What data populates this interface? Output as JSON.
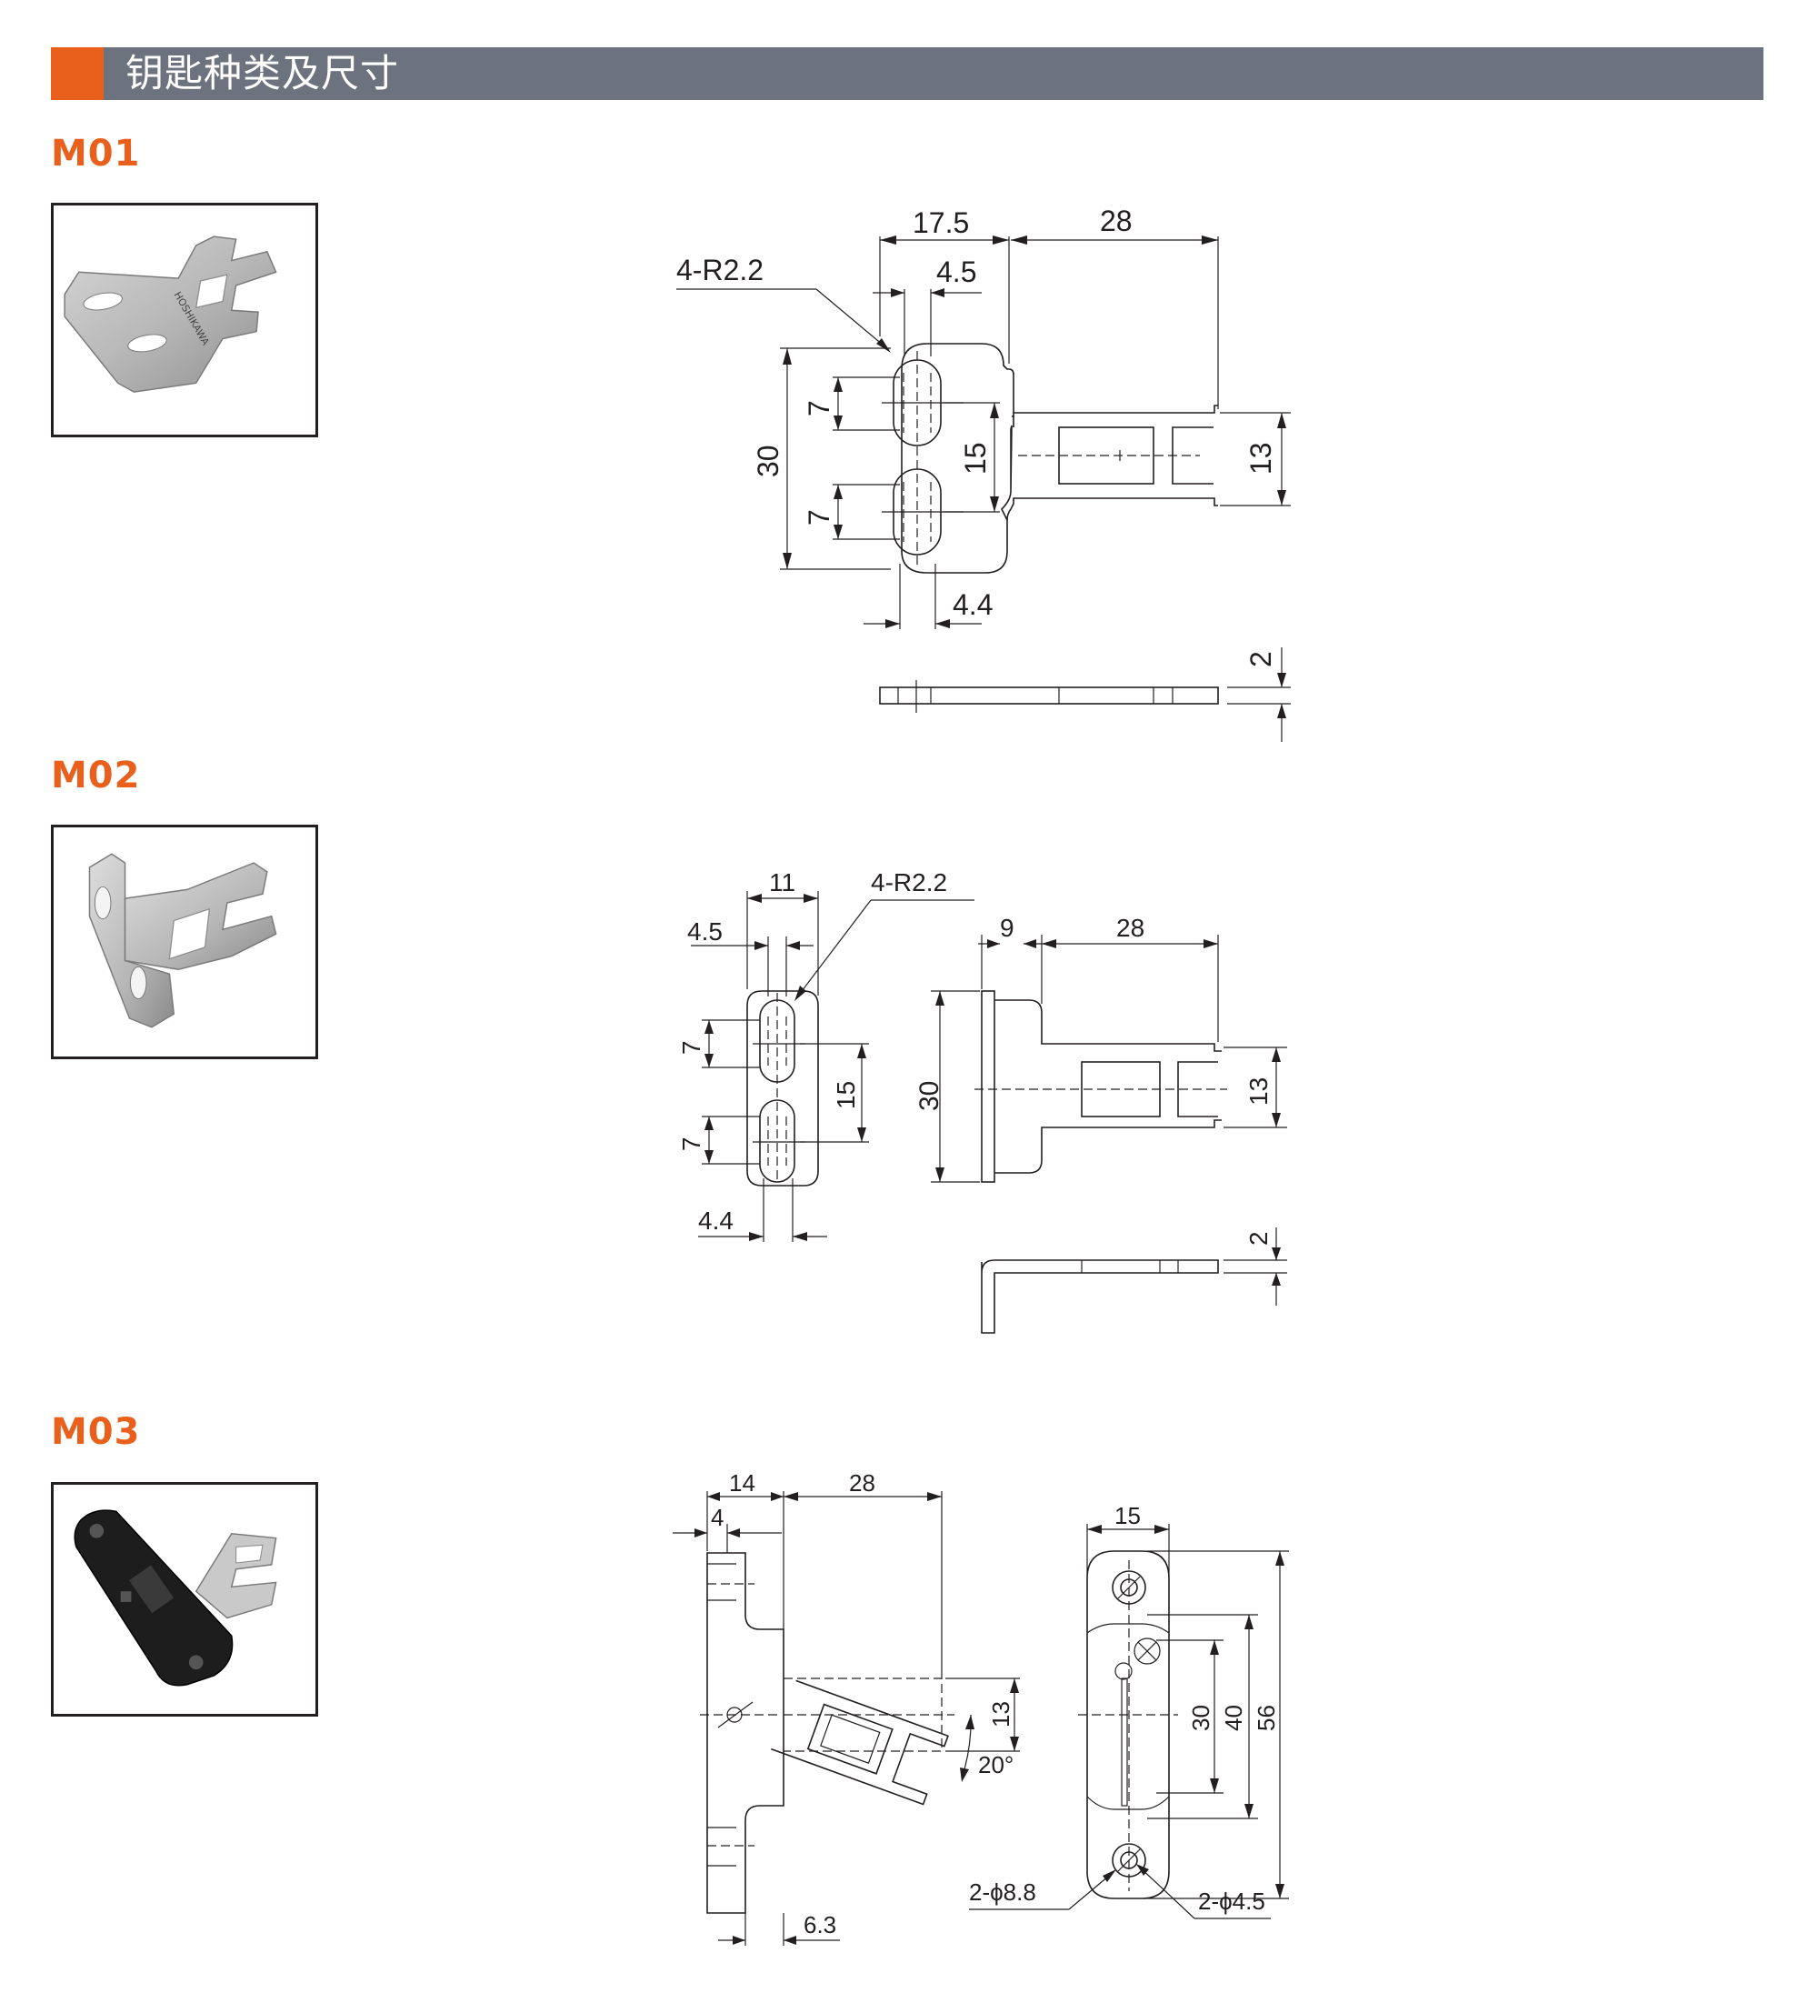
{
  "header": {
    "title": "钥匙种类及尺寸",
    "bar_color": "#6d737e",
    "accent_color": "#e8601c"
  },
  "accent_text_color": "#e8601c",
  "photo_brand_text": "HOSHIKAWA",
  "models": [
    {
      "id": "M01",
      "dimensions": {
        "width_total": "17.5",
        "tongue_length": "28",
        "corner_radius": "4-R2.2",
        "slot_width": "4.5",
        "slot_length_top": "7",
        "slot_length_bottom": "7",
        "base_height": "30",
        "slot_pitch": "15",
        "tongue_width": "13",
        "slot_offset": "4.4",
        "thickness": "2"
      }
    },
    {
      "id": "M02",
      "dimensions": {
        "width_total": "11",
        "corner_radius": "4-R2.2",
        "slot_width": "4.5",
        "slot_length_top": "7",
        "slot_length_bottom": "7",
        "slot_pitch": "15",
        "slot_offset": "4.4",
        "flange_offset": "9",
        "tongue_length": "28",
        "base_height": "30",
        "tongue_width": "13",
        "thickness": "2"
      }
    },
    {
      "id": "M03",
      "dimensions": {
        "body_width": "14",
        "tongue_length": "28",
        "step": "4",
        "tongue_width": "13",
        "angle": "20°",
        "offset": "6.3",
        "front_width": "15",
        "pitch_inner": "30",
        "pitch_mid": "40",
        "total_height": "56",
        "bore_large": "2-ϕ8.8",
        "bore_small": "2-ϕ4.5"
      }
    }
  ]
}
